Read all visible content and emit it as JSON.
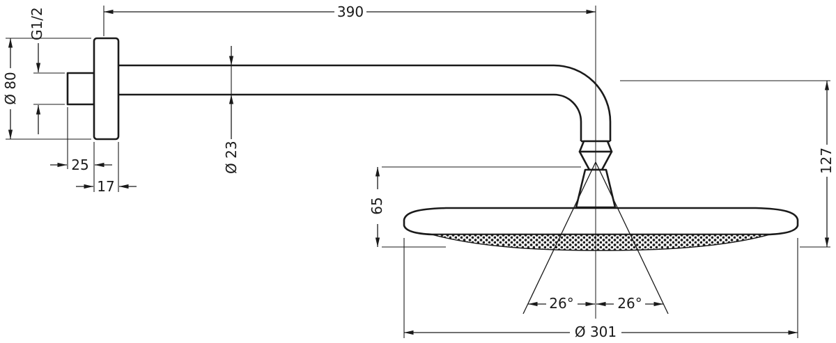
{
  "page": {
    "background": "#ffffff",
    "line_color": "#1a1a1a"
  },
  "drawing": {
    "type": "technical-dimension-drawing",
    "subject": "wall-mounted overhead shower with shower arm",
    "dimensions": {
      "arm_projection": "390",
      "thread_size": "G1/2",
      "flange_diameter": "Ø 80",
      "stub_length": "25",
      "flange_thickness": "17",
      "arm_diameter": "Ø 23",
      "height_to_spray_face": "127",
      "head_height": "65",
      "spray_angle_left": "26°",
      "spray_angle_right": "26°",
      "head_diameter": "Ø 301"
    }
  }
}
